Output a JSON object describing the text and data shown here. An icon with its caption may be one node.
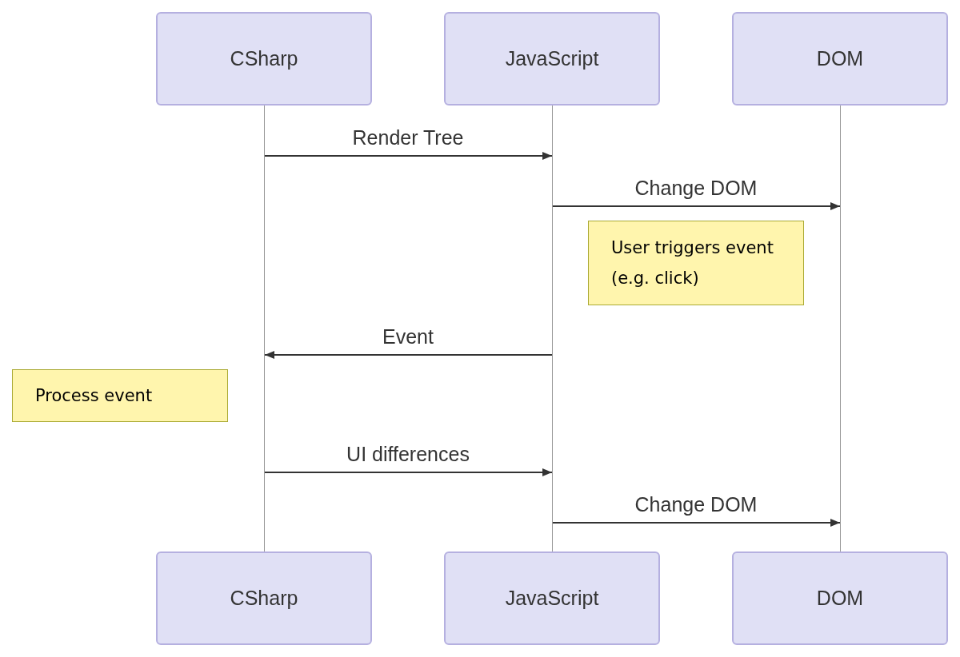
{
  "diagram": {
    "nodes": [
      {
        "text": [
          "CSharp"
        ]
      },
      {
        "text": [
          "JavaScript"
        ]
      },
      {
        "text": [
          "DOM"
        ]
      },
      {
        "text": [],
        "shape": "bar"
      },
      {
        "text": [],
        "shape": "bar"
      },
      {
        "text": [],
        "shape": "bar"
      },
      {
        "text": [
          "User triggers event (e.g. click)"
        ]
      },
      {
        "text": [
          "Process event"
        ]
      },
      {
        "text": [
          "CSharp"
        ]
      },
      {
        "text": [
          "JavaScript"
        ]
      },
      {
        "text": [
          "DOM"
        ]
      }
    ],
    "edges": [
      {
        "from": 3,
        "to": 4,
        "arrow": "to",
        "label": "Render Tree"
      },
      {
        "from": 4,
        "to": 5,
        "arrow": "to",
        "label": "Change DOM"
      },
      {
        "from": 4,
        "to": 3,
        "arrow": "to",
        "label": "Event"
      },
      {
        "from": 3,
        "to": 4,
        "arrow": "to",
        "label": "UI differences"
      },
      {
        "from": 4,
        "to": 5,
        "arrow": "to",
        "label": "Change DOM"
      }
    ]
  }
}
